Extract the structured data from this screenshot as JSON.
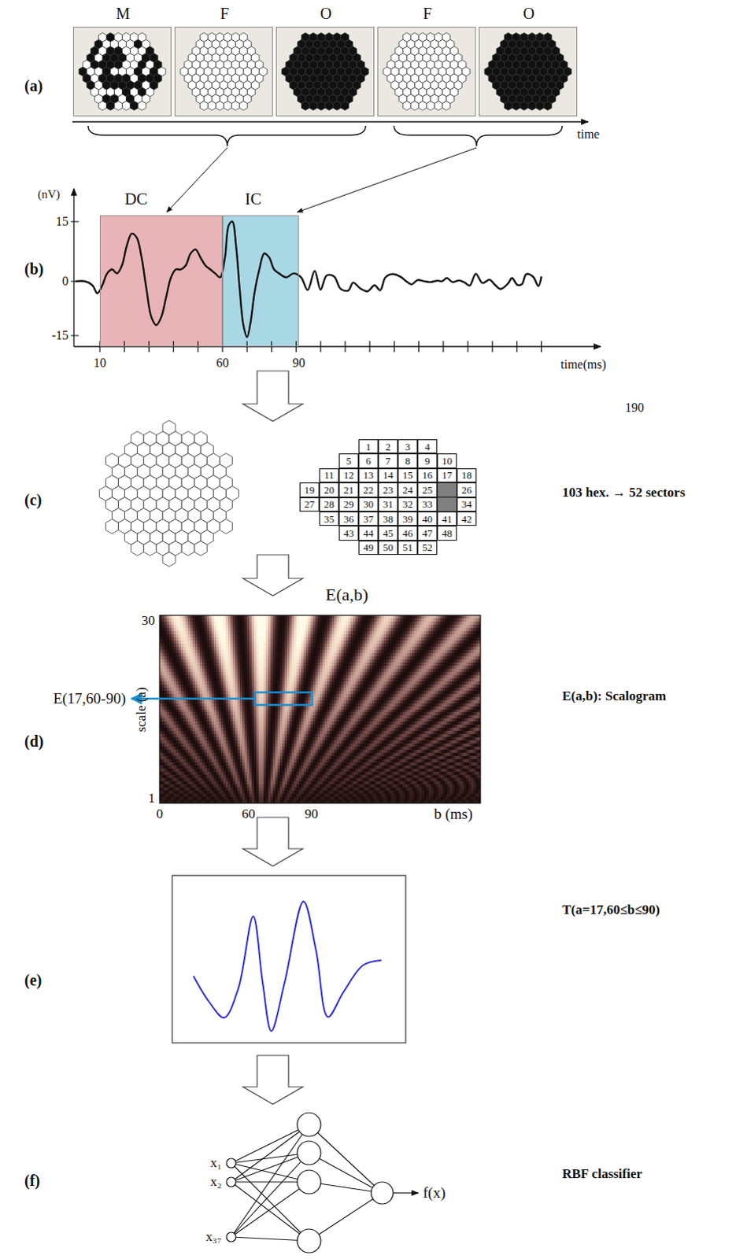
{
  "diagram": {
    "nodes": [
      {
        "text": [
          "M"
        ]
      },
      {
        "text": [
          "F"
        ]
      },
      {
        "text": [
          "O"
        ]
      },
      {
        "text": [
          "F"
        ]
      },
      {
        "text": [
          "O"
        ]
      },
      {
        "text": [
          "DC"
        ]
      },
      {
        "text": [
          "IC"
        ]
      },
      {
        "text": [
          "1"
        ]
      },
      {
        "text": [
          "2"
        ]
      },
      {
        "text": [
          "3"
        ]
      },
      {
        "text": [
          "4"
        ]
      },
      {
        "text": [
          "5"
        ]
      },
      {
        "text": [
          "6"
        ]
      },
      {
        "text": [
          "7"
        ]
      },
      {
        "text": [
          "8"
        ]
      },
      {
        "text": [
          "9"
        ]
      },
      {
        "text": [
          "10"
        ]
      },
      {
        "text": [
          "11"
        ]
      },
      {
        "text": [
          "12"
        ]
      },
      {
        "text": [
          "13"
        ]
      },
      {
        "text": [
          "14"
        ]
      },
      {
        "text": [
          "15"
        ]
      },
      {
        "text": [
          "16"
        ]
      },
      {
        "text": [
          "17"
        ]
      },
      {
        "text": [
          "18"
        ]
      },
      {
        "text": [
          "19"
        ]
      },
      {
        "text": [
          "20"
        ]
      },
      {
        "text": [
          "21"
        ]
      },
      {
        "text": [
          "22"
        ]
      },
      {
        "text": [
          "23"
        ]
      },
      {
        "text": [
          "24"
        ]
      },
      {
        "text": [
          "25"
        ]
      },
      {
        "text": [
          "26"
        ]
      },
      {
        "text": [
          "27"
        ]
      },
      {
        "text": [
          "28"
        ]
      },
      {
        "text": [
          "29"
        ]
      },
      {
        "text": [
          "30"
        ]
      },
      {
        "text": [
          "31"
        ]
      },
      {
        "text": [
          "32"
        ]
      },
      {
        "text": [
          "33"
        ]
      },
      {
        "text": [
          "34"
        ]
      },
      {
        "text": [
          "35"
        ]
      },
      {
        "text": [
          "36"
        ]
      },
      {
        "text": [
          "37"
        ]
      },
      {
        "text": [
          "38"
        ]
      },
      {
        "text": [
          "39"
        ]
      },
      {
        "text": [
          "40"
        ]
      },
      {
        "text": [
          "41"
        ]
      },
      {
        "text": [
          "42"
        ]
      },
      {
        "text": [
          "43"
        ]
      },
      {
        "text": [
          "44"
        ]
      },
      {
        "text": [
          "45"
        ]
      },
      {
        "text": [
          "46"
        ]
      },
      {
        "text": [
          "47"
        ]
      },
      {
        "text": [
          "48"
        ]
      },
      {
        "text": [
          "49"
        ]
      },
      {
        "text": [
          "50"
        ]
      },
      {
        "text": [
          "51"
        ]
      },
      {
        "text": [
          "52"
        ]
      }
    ],
    "labels": [
      "(a)",
      "time",
      "(nV)",
      "15",
      "0",
      "-15",
      "10",
      "60",
      "90",
      "time(ms)",
      "(b)",
      "190",
      "(c)",
      "103 hex. → 52 sectors",
      "E(a,b)",
      "30",
      "1",
      "scale (a)",
      "0",
      "60",
      "90",
      "b (ms)",
      "E(17,60-90)",
      "(d)",
      "E(a,b): Scalogram",
      "(e)",
      "T(a=17,60≤b≤90)",
      "(f)",
      "x₁",
      "x₂",
      "x₃₇",
      "f(x)",
      "RBF classifier"
    ]
  }
}
